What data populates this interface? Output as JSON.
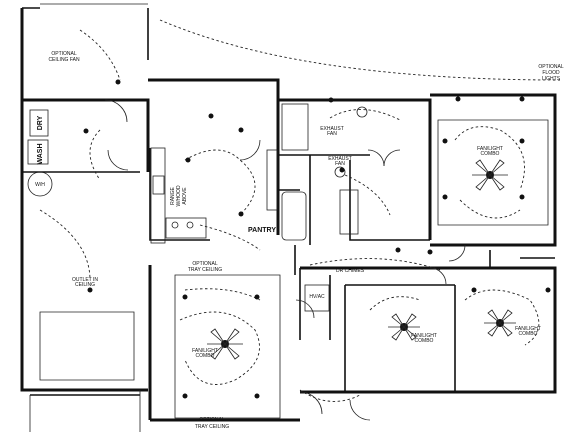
{
  "labels": {
    "optional_ceiling_fan": [
      "OPTIONAL",
      "CEILING FAN"
    ],
    "optional_flood_lights": [
      "OPTIONAL",
      "FLOOD",
      "LIGHTS"
    ],
    "exhaust_fan_top": [
      "EXHAUST",
      "FAN"
    ],
    "exhaust_fan_mid": [
      "EXHAUST",
      "FAN"
    ],
    "wash": "WASH",
    "dry": "DRY",
    "water_heater": "W/H",
    "range_hood": [
      "RANGE",
      "W/HOOD",
      "ABOVE"
    ],
    "pantry": "PANTRY",
    "outlet_in_ceiling": [
      "OUTLET IN",
      "CEILING"
    ],
    "optional_tray_ceiling_mid": [
      "OPTIONAL",
      "TRAY CEILING"
    ],
    "optional_tray_ceiling_bottom": [
      "OPTIONAL",
      "TRAY CEILING"
    ],
    "chimes": "DR CHIMES",
    "hvac": "HV/AC",
    "fan_light_master": [
      "FAN/LIGHT",
      "COMBO"
    ],
    "fan_light_living": [
      "FAN/LIGHT",
      "COMBO"
    ],
    "fan_light_bed2": [
      "FAN/LIGHT",
      "COMBO"
    ],
    "fan_light_bed3": [
      "FAN/LIGHT",
      "COMBO"
    ]
  }
}
